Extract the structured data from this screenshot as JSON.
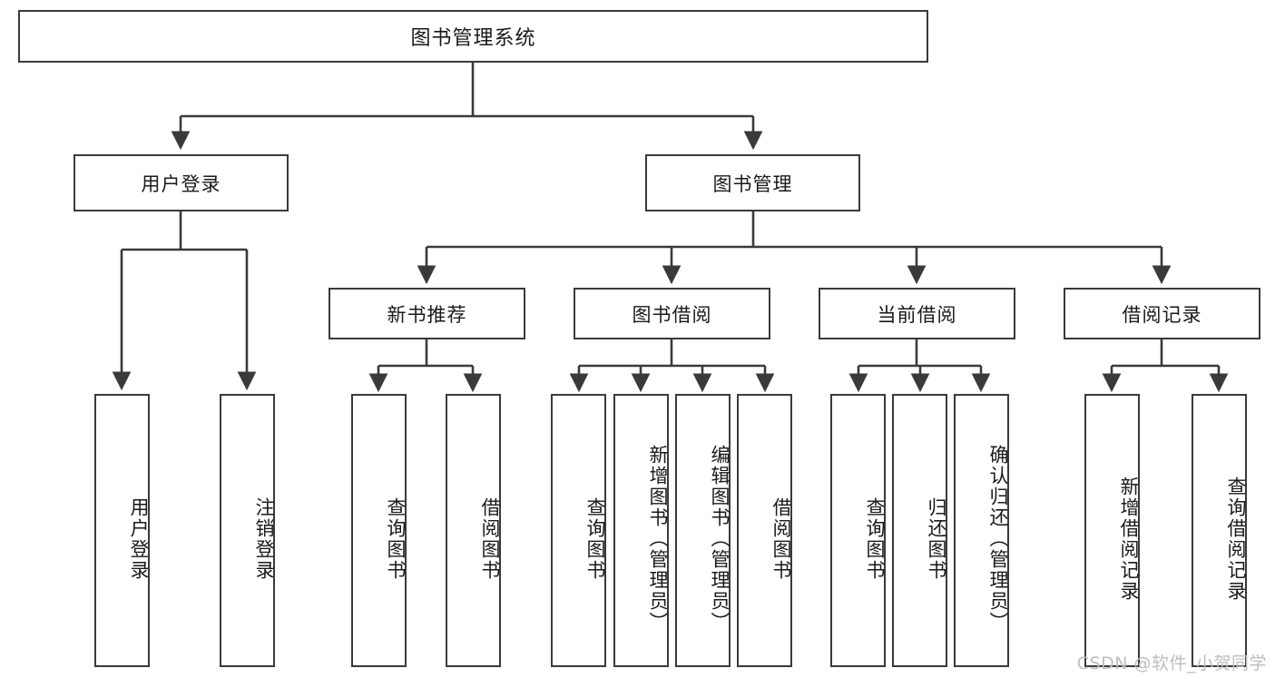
{
  "diagram": {
    "type": "tree",
    "title": "图书管理系统",
    "root": {
      "label": "图书管理系统"
    },
    "level2": [
      {
        "label": "用户登录"
      },
      {
        "label": "图书管理"
      }
    ],
    "level3": [
      {
        "label": "新书推荐"
      },
      {
        "label": "图书借阅"
      },
      {
        "label": "当前借阅"
      },
      {
        "label": "借阅记录"
      }
    ],
    "leaves": {
      "user_login": [
        {
          "label": "用户登录"
        },
        {
          "label": "注销登录"
        }
      ],
      "new_book_recommend": [
        {
          "label": "查询图书"
        },
        {
          "label": "借阅图书"
        }
      ],
      "book_borrow": [
        {
          "label": "查询图书"
        },
        {
          "label": "新增图书（管理员）"
        },
        {
          "label": "编辑图书（管理员）"
        },
        {
          "label": "借阅图书"
        }
      ],
      "current_borrow": [
        {
          "label": "查询图书"
        },
        {
          "label": "归还图书"
        },
        {
          "label": "确认归还（管理员）"
        }
      ],
      "borrow_record": [
        {
          "label": "新增借阅记录"
        },
        {
          "label": "查询借阅记录"
        }
      ]
    }
  },
  "watermark": {
    "text": "CSDN @软件_小贺同学"
  },
  "colors": {
    "border": "#3a3a3a",
    "text": "#1a1a1a",
    "background": "#ffffff",
    "watermark": "#bdbdbd"
  }
}
